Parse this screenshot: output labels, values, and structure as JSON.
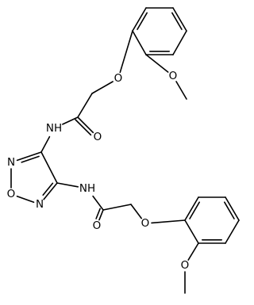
{
  "structure": {
    "atoms": [
      {
        "id": "a1",
        "label": ""
      },
      {
        "id": "a2",
        "label": ""
      },
      {
        "id": "a3",
        "label": ""
      },
      {
        "id": "a4",
        "label": ""
      },
      {
        "id": "a5",
        "label": ""
      },
      {
        "id": "a6",
        "label": ""
      },
      {
        "id": "a7",
        "label": "O"
      },
      {
        "id": "a8",
        "label": ""
      },
      {
        "id": "a9",
        "label": "O"
      },
      {
        "id": "a10",
        "label": ""
      },
      {
        "id": "a11",
        "label": ""
      },
      {
        "id": "a12",
        "label": "O"
      },
      {
        "id": "a13",
        "label": "NH"
      },
      {
        "id": "a14",
        "label": ""
      },
      {
        "id": "a15",
        "label": "N"
      },
      {
        "id": "a16",
        "label": "O"
      },
      {
        "id": "a17",
        "label": "N"
      },
      {
        "id": "a18",
        "label": ""
      },
      {
        "id": "a19",
        "label": "NH"
      },
      {
        "id": "a20",
        "label": ""
      },
      {
        "id": "a21",
        "label": "O"
      },
      {
        "id": "a22",
        "label": ""
      },
      {
        "id": "a23",
        "label": "O"
      },
      {
        "id": "a24",
        "label": ""
      },
      {
        "id": "a25",
        "label": ""
      },
      {
        "id": "a26",
        "label": ""
      },
      {
        "id": "a27",
        "label": ""
      },
      {
        "id": "a28",
        "label": ""
      },
      {
        "id": "a29",
        "label": ""
      },
      {
        "id": "a30",
        "label": "O"
      },
      {
        "id": "a31",
        "label": ""
      }
    ],
    "bonds": [
      {
        "from": "a1",
        "to": "a2",
        "order": 1
      },
      {
        "from": "a2",
        "to": "a3",
        "order": 2
      },
      {
        "from": "a3",
        "to": "a4",
        "order": 1
      },
      {
        "from": "a4",
        "to": "a5",
        "order": 2
      },
      {
        "from": "a5",
        "to": "a6",
        "order": 1
      },
      {
        "from": "a6",
        "to": "a1",
        "order": 2
      },
      {
        "from": "a5",
        "to": "a7",
        "order": 1
      },
      {
        "from": "a7",
        "to": "a8",
        "order": 1
      },
      {
        "from": "a6",
        "to": "a9",
        "order": 1
      },
      {
        "from": "a9",
        "to": "a10",
        "order": 1
      },
      {
        "from": "a10",
        "to": "a11",
        "order": 1
      },
      {
        "from": "a11",
        "to": "a12",
        "order": 2
      },
      {
        "from": "a11",
        "to": "a13",
        "order": 1
      },
      {
        "from": "a13",
        "to": "a14",
        "order": 1
      },
      {
        "from": "a14",
        "to": "a15",
        "order": 2
      },
      {
        "from": "a15",
        "to": "a16",
        "order": 1
      },
      {
        "from": "a16",
        "to": "a17",
        "order": 1
      },
      {
        "from": "a17",
        "to": "a18",
        "order": 2
      },
      {
        "from": "a18",
        "to": "a14",
        "order": 1
      },
      {
        "from": "a18",
        "to": "a19",
        "order": 1
      },
      {
        "from": "a19",
        "to": "a20",
        "order": 1
      },
      {
        "from": "a20",
        "to": "a21",
        "order": 2
      },
      {
        "from": "a20",
        "to": "a22",
        "order": 1
      },
      {
        "from": "a22",
        "to": "a23",
        "order": 1
      },
      {
        "from": "a23",
        "to": "a24",
        "order": 1
      },
      {
        "from": "a24",
        "to": "a25",
        "order": 2
      },
      {
        "from": "a25",
        "to": "a26",
        "order": 1
      },
      {
        "from": "a26",
        "to": "a27",
        "order": 2
      },
      {
        "from": "a27",
        "to": "a28",
        "order": 1
      },
      {
        "from": "a28",
        "to": "a29",
        "order": 2
      },
      {
        "from": "a29",
        "to": "a24",
        "order": 1
      },
      {
        "from": "a29",
        "to": "a30",
        "order": 1
      },
      {
        "from": "a30",
        "to": "a31",
        "order": 1
      }
    ]
  }
}
